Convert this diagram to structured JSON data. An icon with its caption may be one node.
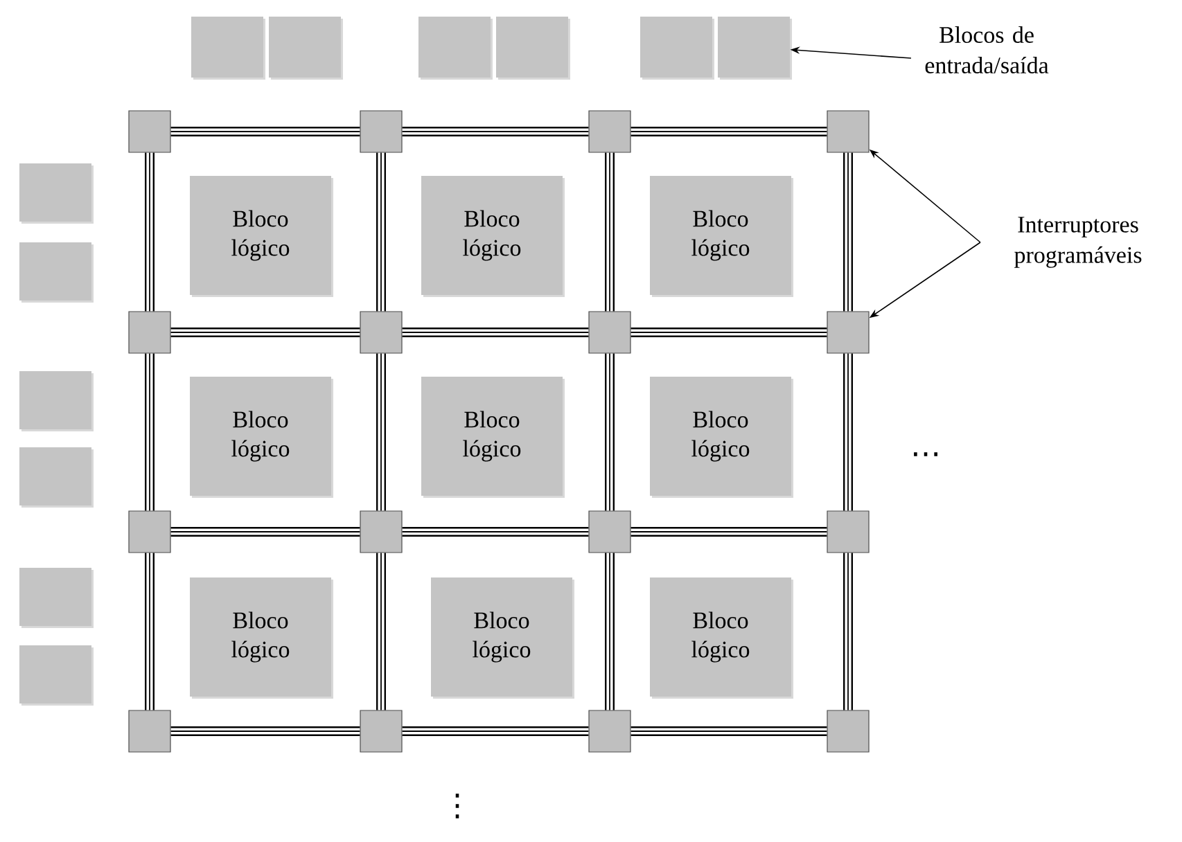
{
  "diagram": {
    "nodes": [
      {
        "text": [
          "Bloco lógico"
        ]
      },
      {
        "text": [
          "Bloco lógico"
        ]
      },
      {
        "text": [
          "Bloco lógico"
        ]
      },
      {
        "text": [
          "Bloco lógico"
        ]
      },
      {
        "text": [
          "Bloco lógico"
        ]
      },
      {
        "text": [
          "Bloco lógico"
        ]
      },
      {
        "text": [
          "Bloco lógico"
        ]
      },
      {
        "text": [
          "Bloco lógico"
        ]
      },
      {
        "text": [
          "Bloco lógico"
        ]
      },
      {
        "text": [],
        "shape": "box"
      },
      {
        "text": [],
        "shape": "box"
      },
      {
        "text": [],
        "shape": "box"
      },
      {
        "text": [],
        "shape": "box"
      },
      {
        "text": [],
        "shape": "box"
      },
      {
        "text": [],
        "shape": "box"
      },
      {
        "text": [],
        "shape": "box"
      },
      {
        "text": [],
        "shape": "box"
      },
      {
        "text": [],
        "shape": "box"
      },
      {
        "text": [],
        "shape": "box"
      },
      {
        "text": [],
        "shape": "box"
      },
      {
        "text": [],
        "shape": "box"
      },
      {
        "text": [],
        "shape": "box"
      },
      {
        "text": [],
        "shape": "box"
      },
      {
        "text": [],
        "shape": "box"
      },
      {
        "text": [],
        "shape": "box"
      },
      {
        "text": [],
        "shape": "box"
      },
      {
        "text": [],
        "shape": "box"
      },
      {
        "text": [],
        "shape": "box"
      },
      {
        "text": [],
        "shape": "box"
      },
      {
        "text": [],
        "shape": "box"
      },
      {
        "text": [],
        "shape": "box"
      },
      {
        "text": [],
        "shape": "box"
      },
      {
        "text": [],
        "shape": "box"
      },
      {
        "text": [],
        "shape": "box"
      },
      {
        "text": [],
        "shape": "box"
      },
      {
        "text": [],
        "shape": "box"
      },
      {
        "text": [],
        "shape": "box"
      },
      {
        "text": [
          "Blocos de entrada/saída"
        ]
      },
      {
        "text": [
          "Interruptores programáveis"
        ]
      }
    ],
    "edges": [
      {
        "from": 21,
        "to": 22,
        "arrow": "none"
      },
      {
        "from": 22,
        "to": 23,
        "arrow": "none"
      },
      {
        "from": 23,
        "to": 24,
        "arrow": "none"
      },
      {
        "from": 25,
        "to": 26,
        "arrow": "none"
      },
      {
        "from": 26,
        "to": 27,
        "arrow": "none"
      },
      {
        "from": 27,
        "to": 28,
        "arrow": "none"
      },
      {
        "from": 29,
        "to": 30,
        "arrow": "none"
      },
      {
        "from": 30,
        "to": 31,
        "arrow": "none"
      },
      {
        "from": 31,
        "to": 32,
        "arrow": "none"
      },
      {
        "from": 33,
        "to": 34,
        "arrow": "none"
      },
      {
        "from": 34,
        "to": 35,
        "arrow": "none"
      },
      {
        "from": 35,
        "to": 36,
        "arrow": "none"
      },
      {
        "from": 21,
        "to": 25,
        "arrow": "none"
      },
      {
        "from": 22,
        "to": 26,
        "arrow": "none"
      },
      {
        "from": 23,
        "to": 27,
        "arrow": "none"
      },
      {
        "from": 24,
        "to": 28,
        "arrow": "none"
      },
      {
        "from": 25,
        "to": 29,
        "arrow": "none"
      },
      {
        "from": 26,
        "to": 30,
        "arrow": "none"
      },
      {
        "from": 27,
        "to": 31,
        "arrow": "none"
      },
      {
        "from": 28,
        "to": 32,
        "arrow": "none"
      },
      {
        "from": 29,
        "to": 33,
        "arrow": "none"
      },
      {
        "from": 30,
        "to": 34,
        "arrow": "none"
      },
      {
        "from": 31,
        "to": 35,
        "arrow": "none"
      },
      {
        "from": 32,
        "to": 36,
        "arrow": "none"
      },
      {
        "from": 37,
        "to": 14,
        "arrow": "to"
      },
      {
        "from": 38,
        "to": 24,
        "arrow": "to"
      },
      {
        "from": 38,
        "to": 28,
        "arrow": "to"
      }
    ],
    "labels": [
      "…",
      "⋮"
    ]
  }
}
